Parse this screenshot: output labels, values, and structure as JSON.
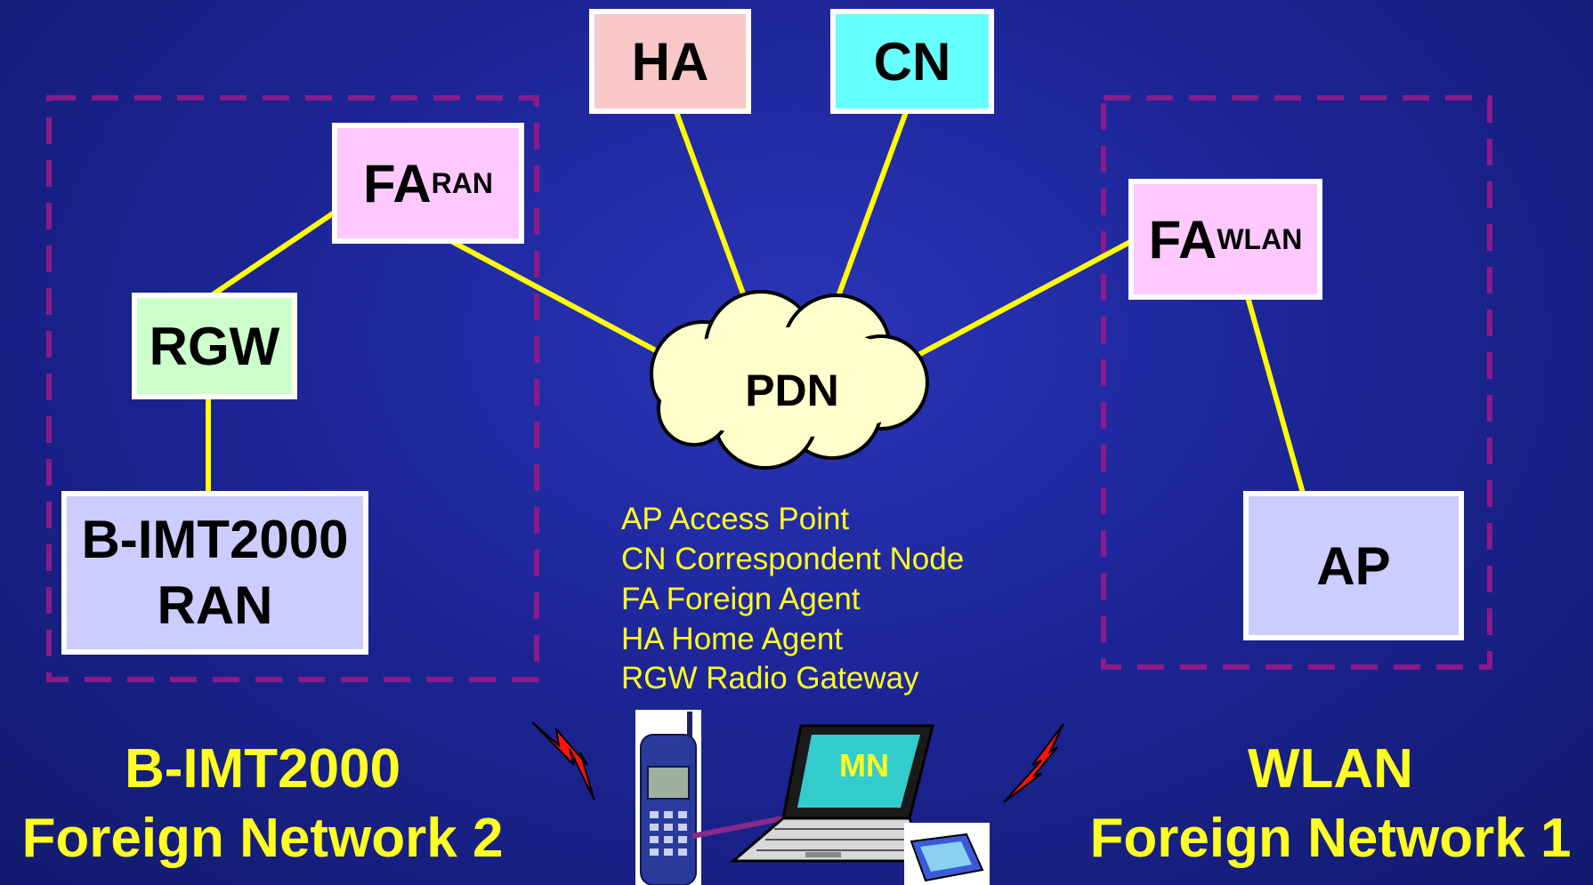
{
  "colors": {
    "background": "#1d2597",
    "link": "#ffff00",
    "boundary": "#8a1a8a",
    "legend_text": "#ffff22",
    "ha": "#f8c8c8",
    "cn": "#66ffff",
    "fa": "#ffc8ff",
    "rgw": "#ccffcc",
    "ran": "#ccccff",
    "ap": "#ccccff",
    "cloud": "#ffffcc"
  },
  "nodes": {
    "ha": {
      "label": "HA"
    },
    "cn": {
      "label": "CN"
    },
    "fa_ran": {
      "label": "FA",
      "sub": "RAN"
    },
    "fa_wlan": {
      "label": "FA",
      "sub": "WLAN"
    },
    "rgw": {
      "label": "RGW"
    },
    "ran": {
      "line1": "B-IMT2000",
      "line2": "RAN"
    },
    "ap": {
      "label": "AP"
    },
    "pdn": {
      "label": "PDN"
    },
    "mn": {
      "label": "MN"
    }
  },
  "legend": [
    "AP Access Point",
    "CN Correspondent Node",
    "FA Foreign Agent",
    "HA Home Agent",
    "RGW Radio Gateway"
  ],
  "networks": {
    "left": {
      "line1": "B-IMT2000",
      "line2": "Foreign Network 2"
    },
    "right": {
      "line1": "WLAN",
      "line2": "Foreign Network 1"
    }
  },
  "icons": [
    "mobile-phone-icon",
    "laptop-icon",
    "wlan-card-icon",
    "lightning-icon"
  ]
}
